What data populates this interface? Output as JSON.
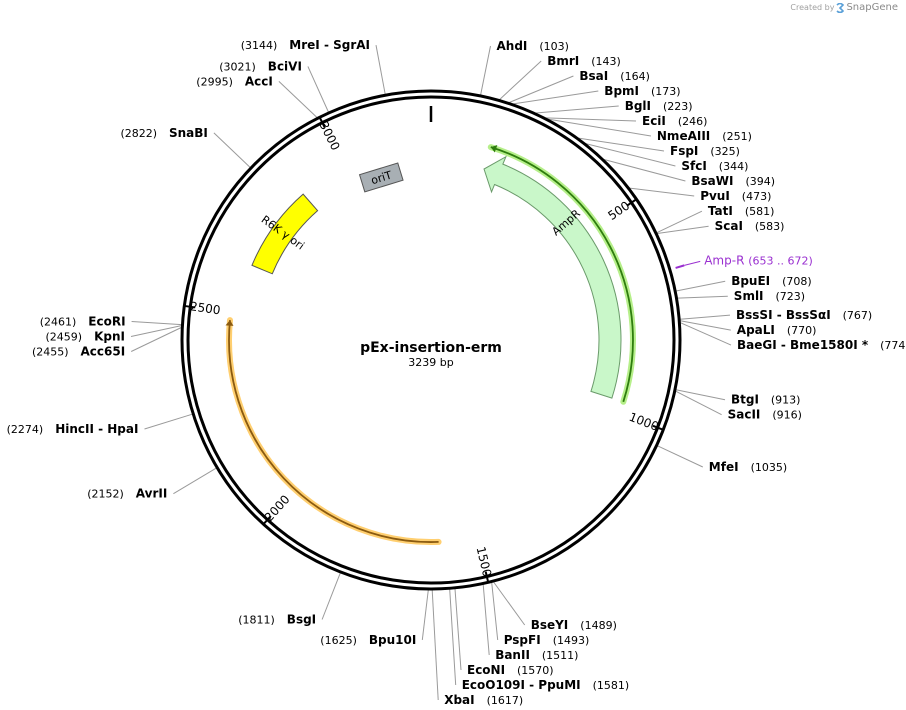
{
  "credit": {
    "prefix": "Created by",
    "brand": "SnapGene"
  },
  "plasmid": {
    "name": "pEx-insertion-erm",
    "size_label": "3239 bp",
    "length": 3239
  },
  "ticks": [
    {
      "pos": 500,
      "label": "500"
    },
    {
      "pos": 1000,
      "label": "1000"
    },
    {
      "pos": 1500,
      "label": "1500"
    },
    {
      "pos": 2000,
      "label": "2000"
    },
    {
      "pos": 2500,
      "label": "2500"
    },
    {
      "pos": 3000,
      "label": "3000"
    }
  ],
  "features": [
    {
      "name": "AmpR",
      "start": 155,
      "end": 970,
      "direction": "reverse",
      "fill": "#c9f7c9",
      "stroke": "#6a9a6a"
    },
    {
      "name": "oriT",
      "start": 3063,
      "end": 3109,
      "direction": "none",
      "fill": "#a8afb4",
      "stroke": "#555555"
    },
    {
      "name": "R6K γ ori",
      "start": 2633,
      "end": 2868,
      "direction": "none",
      "fill": "#ffff00",
      "stroke": "#555555"
    }
  ],
  "arcs": [
    {
      "name": "amp-r-primer-arc",
      "start": 155,
      "end": 970,
      "direction": "reverse",
      "color": "#2e7d0e",
      "glow": "#b6ef8a",
      "radius": 202
    },
    {
      "name": "orange-arc",
      "start": 1600,
      "end": 2480,
      "direction": "forward",
      "color": "#8a5a10",
      "glow": "#ffcf70",
      "radius": 202
    }
  ],
  "primer": {
    "label": "Amp-R",
    "range": "(653 .. 672)",
    "color": "#9a30d0",
    "pos": 662
  },
  "sites": [
    {
      "name": "MreI",
      "name2": "SgrAI",
      "pos_label": "(3144)",
      "pos": 3144,
      "side": "left"
    },
    {
      "name": "BciVI",
      "pos_label": "(3021)",
      "pos": 3021,
      "side": "left"
    },
    {
      "name": "AccI",
      "pos_label": "(2995)",
      "pos": 2995,
      "side": "left"
    },
    {
      "name": "SnaBI",
      "pos_label": "(2822)",
      "pos": 2822,
      "side": "left"
    },
    {
      "name": "EcoRI",
      "pos_label": "(2461)",
      "pos": 2461,
      "side": "left"
    },
    {
      "name": "KpnI",
      "pos_label": "(2459)",
      "pos": 2459,
      "side": "left"
    },
    {
      "name": "Acc65I",
      "pos_label": "(2455)",
      "pos": 2455,
      "side": "left"
    },
    {
      "name": "HincII",
      "name2": "HpaI",
      "pos_label": "(2274)",
      "pos": 2274,
      "side": "left"
    },
    {
      "name": "AvrII",
      "pos_label": "(2152)",
      "pos": 2152,
      "side": "left"
    },
    {
      "name": "BsgI",
      "pos_label": "(1811)",
      "pos": 1811,
      "side": "left"
    },
    {
      "name": "Bpu10I",
      "pos_label": "(1625)",
      "pos": 1625,
      "side": "left"
    },
    {
      "name": "AhdI",
      "pos_label": "(103)",
      "pos": 103,
      "side": "right"
    },
    {
      "name": "BmrI",
      "pos_label": "(143)",
      "pos": 143,
      "side": "right"
    },
    {
      "name": "BsaI",
      "pos_label": "(164)",
      "pos": 164,
      "side": "right"
    },
    {
      "name": "BpmI",
      "pos_label": "(173)",
      "pos": 173,
      "side": "right"
    },
    {
      "name": "BglI",
      "pos_label": "(223)",
      "pos": 223,
      "side": "right"
    },
    {
      "name": "EciI",
      "pos_label": "(246)",
      "pos": 246,
      "side": "right"
    },
    {
      "name": "NmeAIII",
      "pos_label": "(251)",
      "pos": 251,
      "side": "right"
    },
    {
      "name": "FspI",
      "pos_label": "(325)",
      "pos": 325,
      "side": "right"
    },
    {
      "name": "SfcI",
      "pos_label": "(344)",
      "pos": 344,
      "side": "right"
    },
    {
      "name": "BsaWI",
      "pos_label": "(394)",
      "pos": 394,
      "side": "right"
    },
    {
      "name": "PvuI",
      "pos_label": "(473)",
      "pos": 473,
      "side": "right"
    },
    {
      "name": "TatI",
      "pos_label": "(581)",
      "pos": 581,
      "side": "right"
    },
    {
      "name": "ScaI",
      "pos_label": "(583)",
      "pos": 583,
      "side": "right"
    },
    {
      "name": "BpuEI",
      "pos_label": "(708)",
      "pos": 708,
      "side": "right"
    },
    {
      "name": "SmlI",
      "pos_label": "(723)",
      "pos": 723,
      "side": "right"
    },
    {
      "name": "BssSI",
      "name2": "BssSαI",
      "pos_label": "(767)",
      "pos": 767,
      "side": "right"
    },
    {
      "name": "ApaLI",
      "pos_label": "(770)",
      "pos": 770,
      "side": "right"
    },
    {
      "name": "BaeGI",
      "name2": "Bme1580I *",
      "pos_label": "(774)",
      "pos": 774,
      "side": "right"
    },
    {
      "name": "BtgI",
      "pos_label": "(913)",
      "pos": 913,
      "side": "right"
    },
    {
      "name": "SacII",
      "pos_label": "(916)",
      "pos": 916,
      "side": "right"
    },
    {
      "name": "MfeI",
      "pos_label": "(1035)",
      "pos": 1035,
      "side": "right"
    },
    {
      "name": "BseYI",
      "pos_label": "(1489)",
      "pos": 1489,
      "side": "right"
    },
    {
      "name": "PspFI",
      "pos_label": "(1493)",
      "pos": 1493,
      "side": "right"
    },
    {
      "name": "BanII",
      "pos_label": "(1511)",
      "pos": 1511,
      "side": "right"
    },
    {
      "name": "EcoNI",
      "pos_label": "(1570)",
      "pos": 1570,
      "side": "right"
    },
    {
      "name": "EcoO109I",
      "name2": "PpuMI",
      "pos_label": "(1581)",
      "pos": 1581,
      "side": "right"
    },
    {
      "name": "XbaI",
      "pos_label": "(1617)",
      "pos": 1617,
      "side": "right"
    }
  ]
}
